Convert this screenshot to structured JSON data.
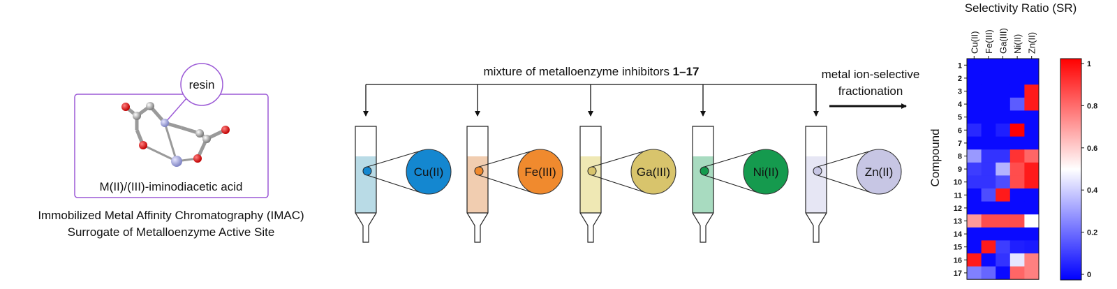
{
  "resin_label": "resin",
  "complex_label": "M(II)/(III)-iminodiacetic acid",
  "caption_line1": "Immobilized Metal Affinity Chromatography (IMAC)",
  "caption_line2": "Surrogate of Metalloenzyme Active Site",
  "mixture_text": "mixture of metalloenzyme inhibitors ",
  "mixture_bold": "1–17",
  "fractionation_line1": "metal ion-selective",
  "fractionation_line2": "fractionation",
  "columns": [
    {
      "metal": "Cu(II)",
      "circle_color": "#1487d0",
      "fill_color": "#b9dbe6"
    },
    {
      "metal": "Fe(III)",
      "circle_color": "#f08a2e",
      "fill_color": "#f1cdb0"
    },
    {
      "metal": "Ga(III)",
      "circle_color": "#d8c46c",
      "fill_color": "#efe8b4"
    },
    {
      "metal": "Ni(II)",
      "circle_color": "#159a4e",
      "fill_color": "#a8dbc0"
    },
    {
      "metal": "Zn(II)",
      "circle_color": "#c7c6e4",
      "fill_color": "#e6e6f4"
    }
  ],
  "chart_data": {
    "type": "heatmap",
    "title": "Selectivity Ratio (SR)",
    "xlabel": "",
    "ylabel": "Compound",
    "x_categories": [
      "Cu(II)",
      "Fe(III)",
      "Ga(III)",
      "Ni(II)",
      "Zn(II)"
    ],
    "y_categories": [
      "1",
      "2",
      "3",
      "4",
      "5",
      "6",
      "7",
      "8",
      "9",
      "10",
      "11",
      "12",
      "13",
      "14",
      "15",
      "16",
      "17"
    ],
    "values": [
      [
        0.02,
        0.02,
        0.02,
        0.02,
        0.02
      ],
      [
        0.02,
        0.02,
        0.02,
        0.02,
        0.02
      ],
      [
        0.02,
        0.02,
        0.02,
        0.02,
        0.95
      ],
      [
        0.02,
        0.02,
        0.02,
        0.18,
        0.95
      ],
      [
        0.02,
        0.02,
        0.02,
        0.02,
        0.02
      ],
      [
        0.08,
        0.02,
        0.06,
        1.0,
        0.02
      ],
      [
        0.02,
        0.02,
        0.02,
        0.02,
        0.02
      ],
      [
        0.3,
        0.1,
        0.1,
        0.9,
        0.8
      ],
      [
        0.12,
        0.1,
        0.35,
        0.85,
        0.95
      ],
      [
        0.1,
        0.1,
        0.15,
        0.85,
        0.95
      ],
      [
        0.02,
        0.15,
        0.95,
        0.02,
        0.02
      ],
      [
        0.02,
        0.02,
        0.02,
        0.02,
        0.02
      ],
      [
        0.7,
        0.85,
        0.85,
        0.85,
        0.5
      ],
      [
        0.02,
        0.02,
        0.02,
        0.02,
        0.02
      ],
      [
        0.02,
        0.95,
        0.12,
        0.06,
        0.05
      ],
      [
        0.95,
        0.02,
        0.1,
        0.45,
        0.75
      ],
      [
        0.25,
        0.2,
        0.02,
        0.8,
        0.75
      ]
    ],
    "colorbar": {
      "min": 0,
      "max": 1,
      "ticks": [
        "0",
        "0.2",
        "0.4",
        "0.6",
        "0.8",
        "1"
      ]
    }
  }
}
